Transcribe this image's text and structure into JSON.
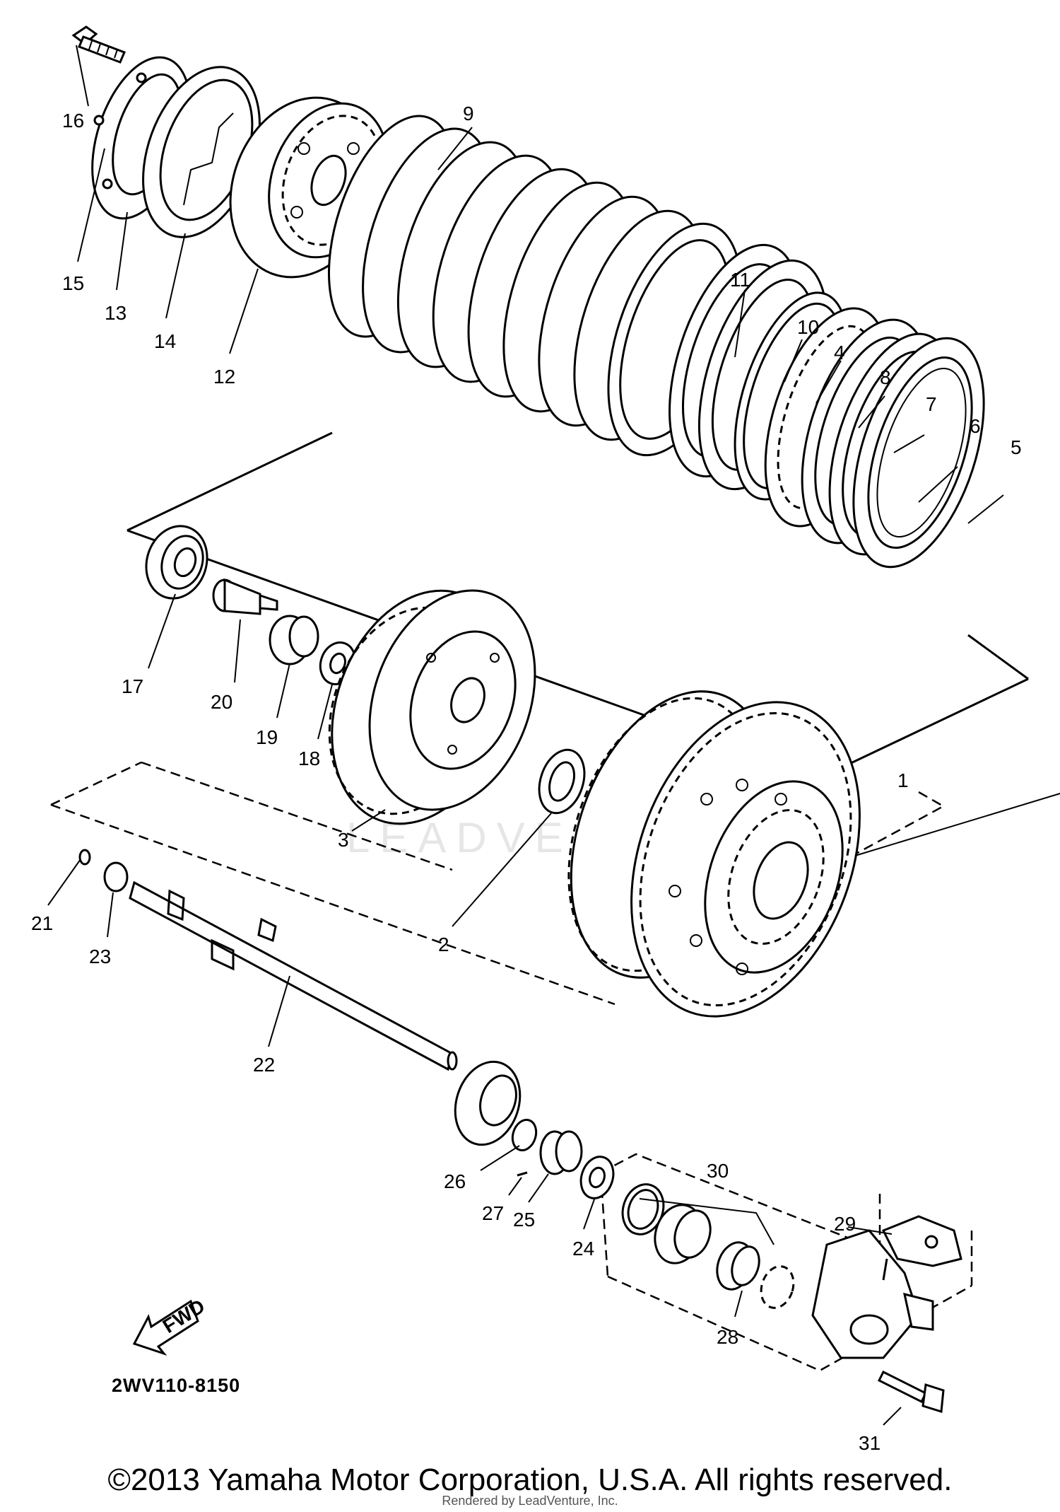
{
  "diagram_code": "2WV110-8150",
  "fwd_label": "FWD",
  "watermark": "LEADVENTURE",
  "copyright": "©2013 Yamaha Motor Corporation, U.S.A. All rights reserved.",
  "rendered_by": "Rendered by LeadVenture, Inc.",
  "callouts": [
    "1",
    "2",
    "3",
    "4",
    "5",
    "6",
    "7",
    "8",
    "9",
    "10",
    "11",
    "12",
    "13",
    "14",
    "15",
    "16",
    "17",
    "18",
    "19",
    "20",
    "21",
    "22",
    "23",
    "24",
    "25",
    "26",
    "27",
    "28",
    "29",
    "30",
    "31"
  ]
}
